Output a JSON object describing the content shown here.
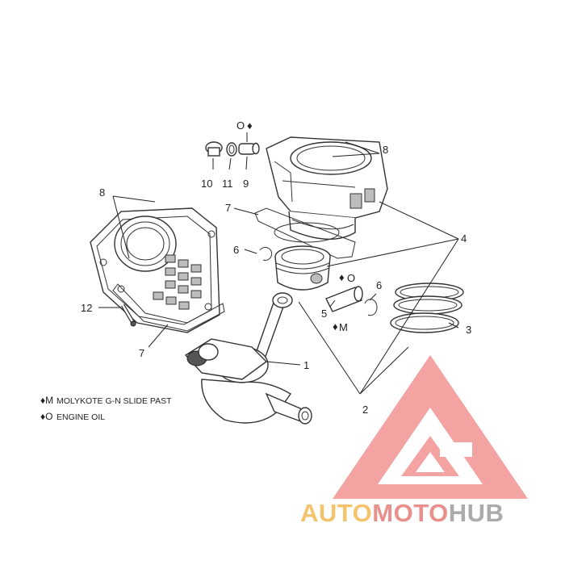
{
  "callouts": {
    "c1": "1",
    "c2": "2",
    "c3": "3",
    "c4": "4",
    "c5": "5",
    "c6a": "6",
    "c6b": "6",
    "c7a": "7",
    "c7b": "7",
    "c8a": "8",
    "c8b": "8",
    "c9": "9",
    "c10": "10",
    "c11": "11",
    "c12": "12"
  },
  "symbols": {
    "oil": "O",
    "paste": "M",
    "drop": "♦"
  },
  "legend": [
    {
      "symbol": "♦M",
      "text": "MOLYKOTE G-N SLIDE PAST"
    },
    {
      "symbol": "♦O",
      "text": "ENGINE OIL"
    }
  ],
  "watermark": {
    "part1": "AUTO",
    "part2": "MOTO",
    "part3": "HUB",
    "colors": {
      "part1": "#f5c36b",
      "part2": "#e9908d",
      "part3": "#ababab",
      "triangle": "#ef8f8f"
    }
  }
}
